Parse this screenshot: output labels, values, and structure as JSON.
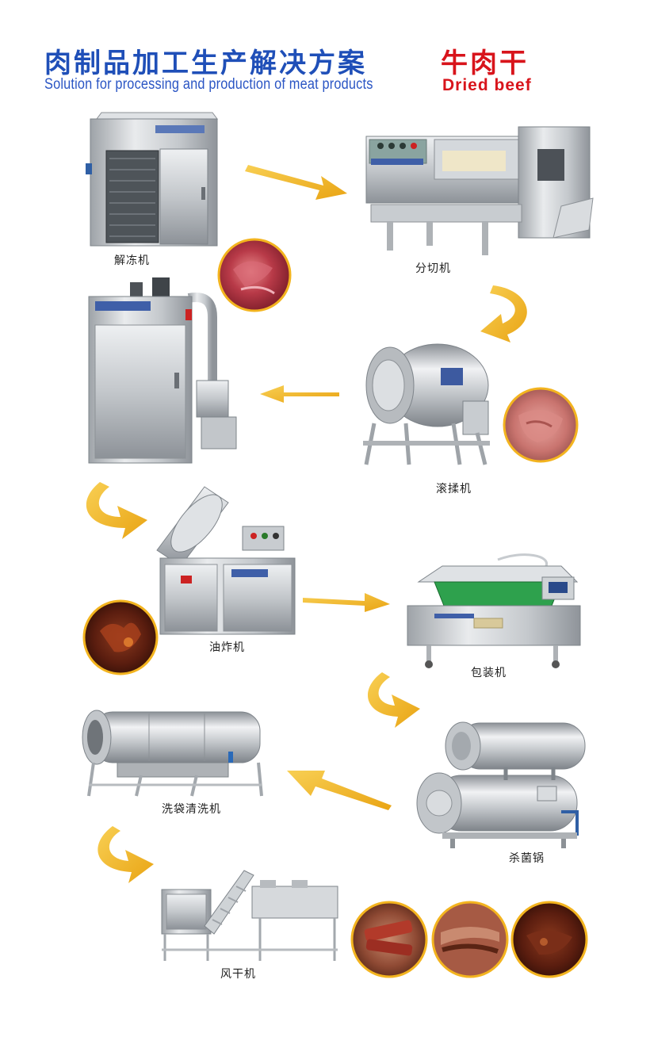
{
  "header": {
    "title_cn": "肉制品加工生产解决方案",
    "title_en": "Solution for processing and production of meat products",
    "product_cn": "牛肉干",
    "product_en": "Dried beef"
  },
  "machines": [
    {
      "label": "解冻机"
    },
    {
      "label": "分切机"
    },
    {
      "label": "滚揉机"
    },
    {
      "label": "油炸机"
    },
    {
      "label": "包装机"
    },
    {
      "label": "洗袋清洗机"
    },
    {
      "label": "杀菌锅"
    },
    {
      "label": "风干机"
    }
  ],
  "colors": {
    "title_blue": "#1f4fb8",
    "accent_red": "#d8141b",
    "arrow_gold": "#f3b41f",
    "steel": "#c9ccd0"
  }
}
